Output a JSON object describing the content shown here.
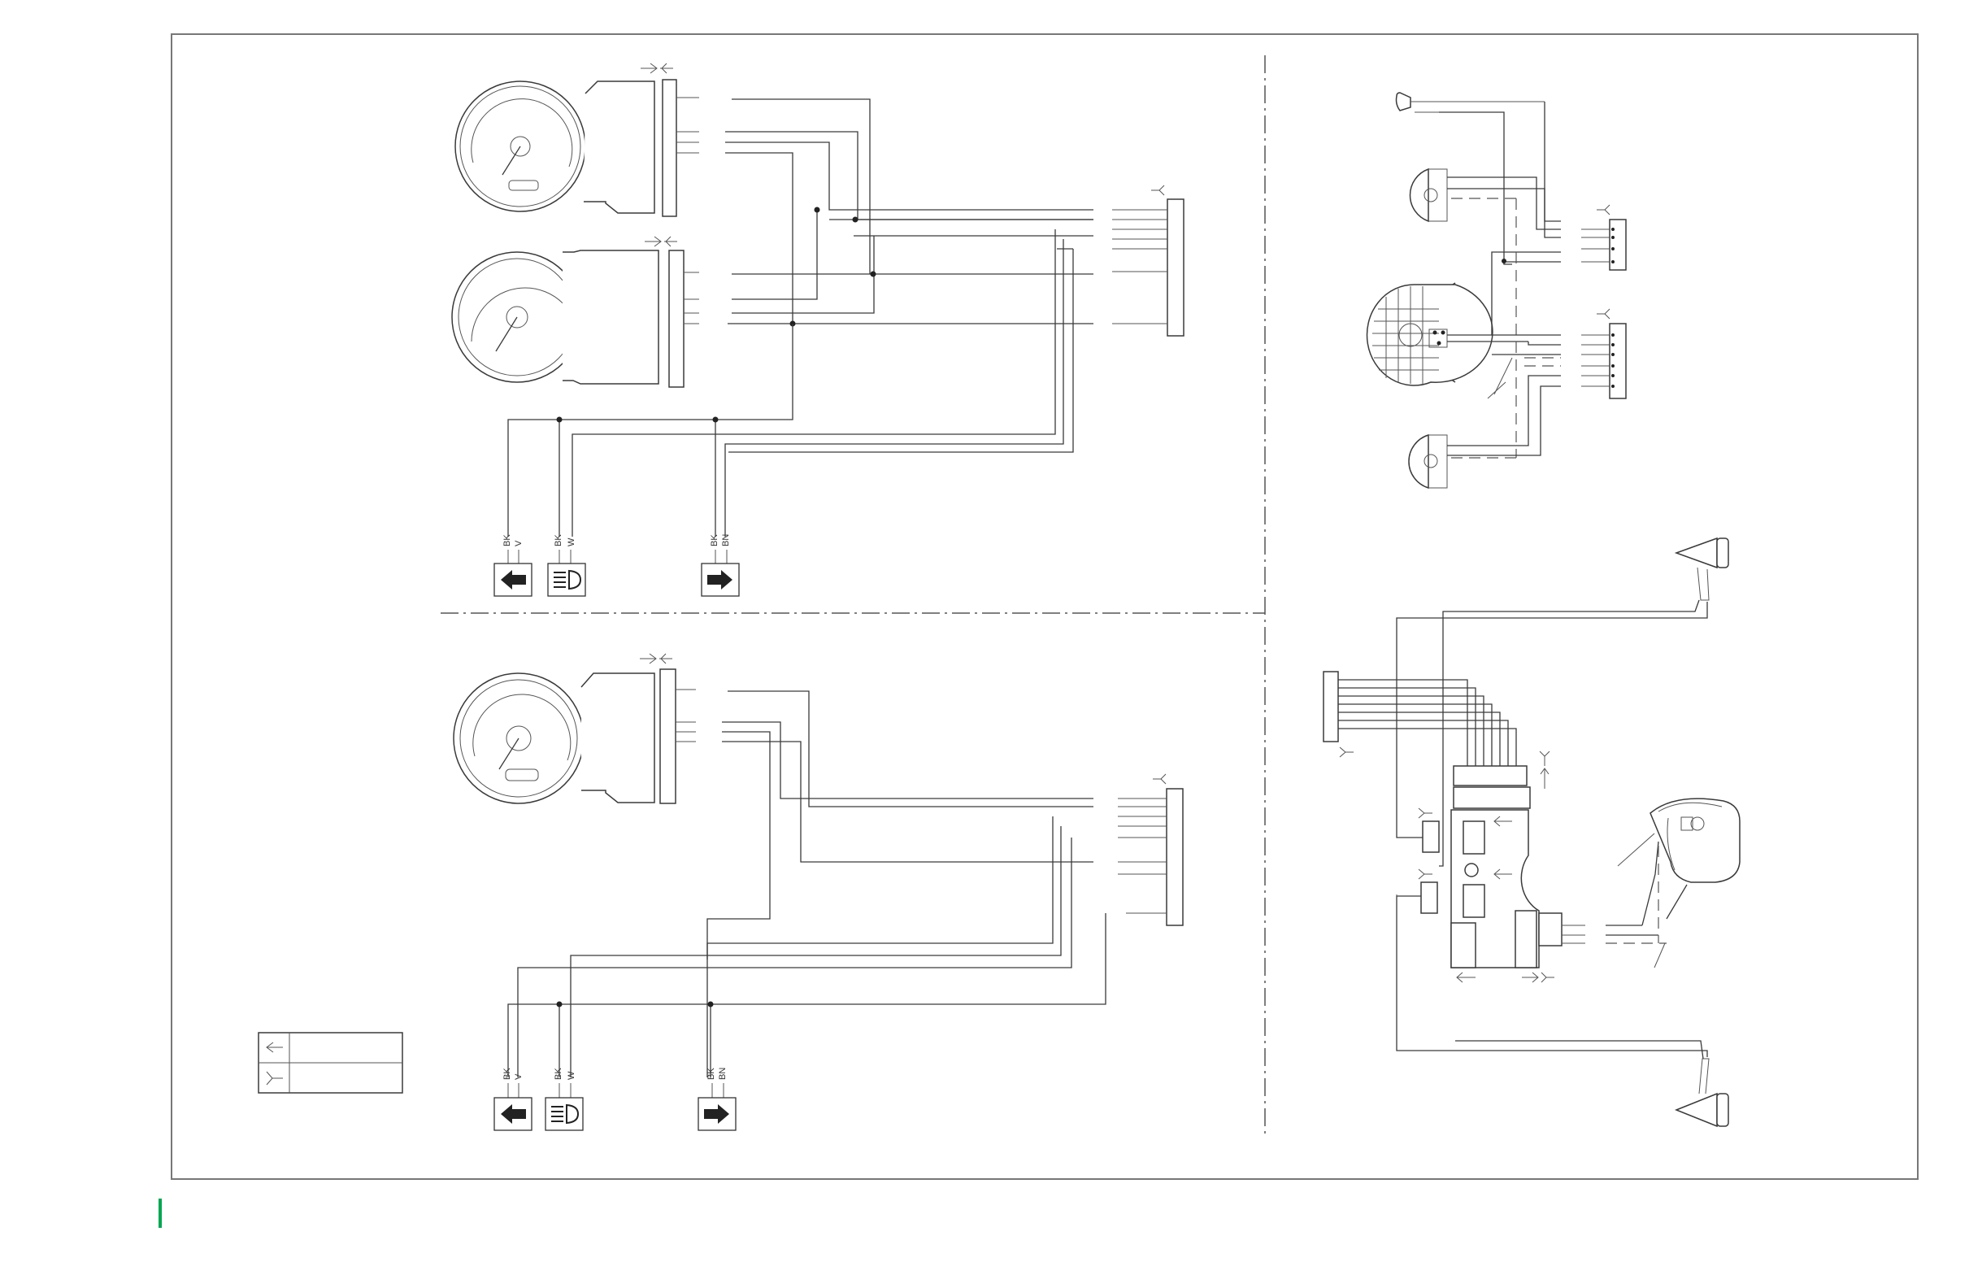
{
  "wire_labels": {
    "top_left_indicator": [
      "BK",
      "V"
    ],
    "top_headlight": [
      "BK",
      "W"
    ],
    "top_right_indicator": [
      "BK",
      "BN"
    ],
    "bottom_left_indicator": [
      "BK",
      "V"
    ],
    "bottom_headlight": [
      "BK",
      "W"
    ],
    "bottom_right_indicator": [
      "BK",
      "BN"
    ]
  },
  "icons": {
    "left_indicator": "left-arrow-icon",
    "headlight": "high-beam-icon",
    "right_indicator": "right-arrow-icon"
  },
  "legend": {
    "rows": [
      {
        "symbol": "arrow-left",
        "text": ""
      },
      {
        "symbol": "plug-connector",
        "text": ""
      }
    ]
  },
  "colors": {
    "line": "#3a3a3a",
    "frame": "#777777",
    "accent_bar": "#00a651"
  }
}
